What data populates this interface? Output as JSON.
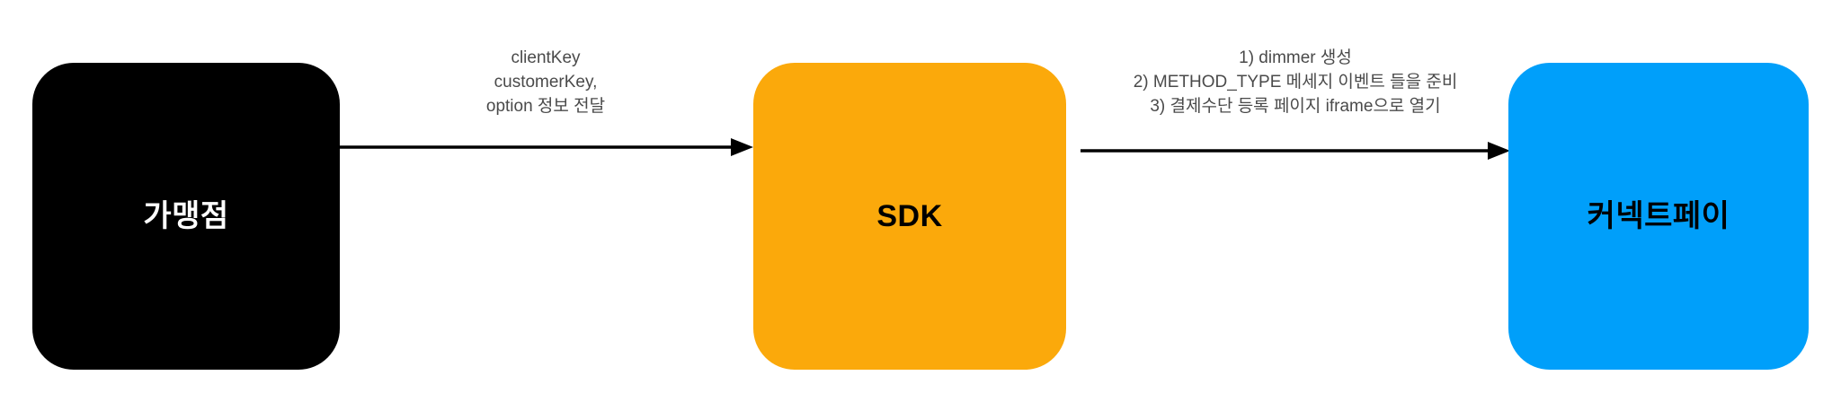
{
  "diagram": {
    "title": "Payment SDK sequence flow",
    "background": "#ffffff",
    "nodes": [
      {
        "id": "merchant",
        "label": "가맹점",
        "fill": "#000000",
        "text_color": "#ffffff"
      },
      {
        "id": "sdk",
        "label": "SDK",
        "fill": "#FBA90B",
        "text_color": "#000000"
      },
      {
        "id": "connectpay",
        "label": "커넥트페이",
        "fill": "#009FFA",
        "text_color": "#000000"
      }
    ],
    "edges": [
      {
        "id": "merchant-to-sdk",
        "from": "merchant",
        "to": "sdk",
        "color": "#000000",
        "label_color": "#4a4a4a",
        "label_lines": [
          "clientKey",
          "customerKey,",
          "option 정보 전달"
        ]
      },
      {
        "id": "sdk-to-connectpay",
        "from": "sdk",
        "to": "connectpay",
        "color": "#000000",
        "label_color": "#4a4a4a",
        "label_lines": [
          "1) dimmer 생성",
          "2) METHOD_TYPE 메세지 이벤트 들을 준비",
          "3) 결제수단 등록 페이지 iframe으로 열기"
        ]
      }
    ]
  }
}
